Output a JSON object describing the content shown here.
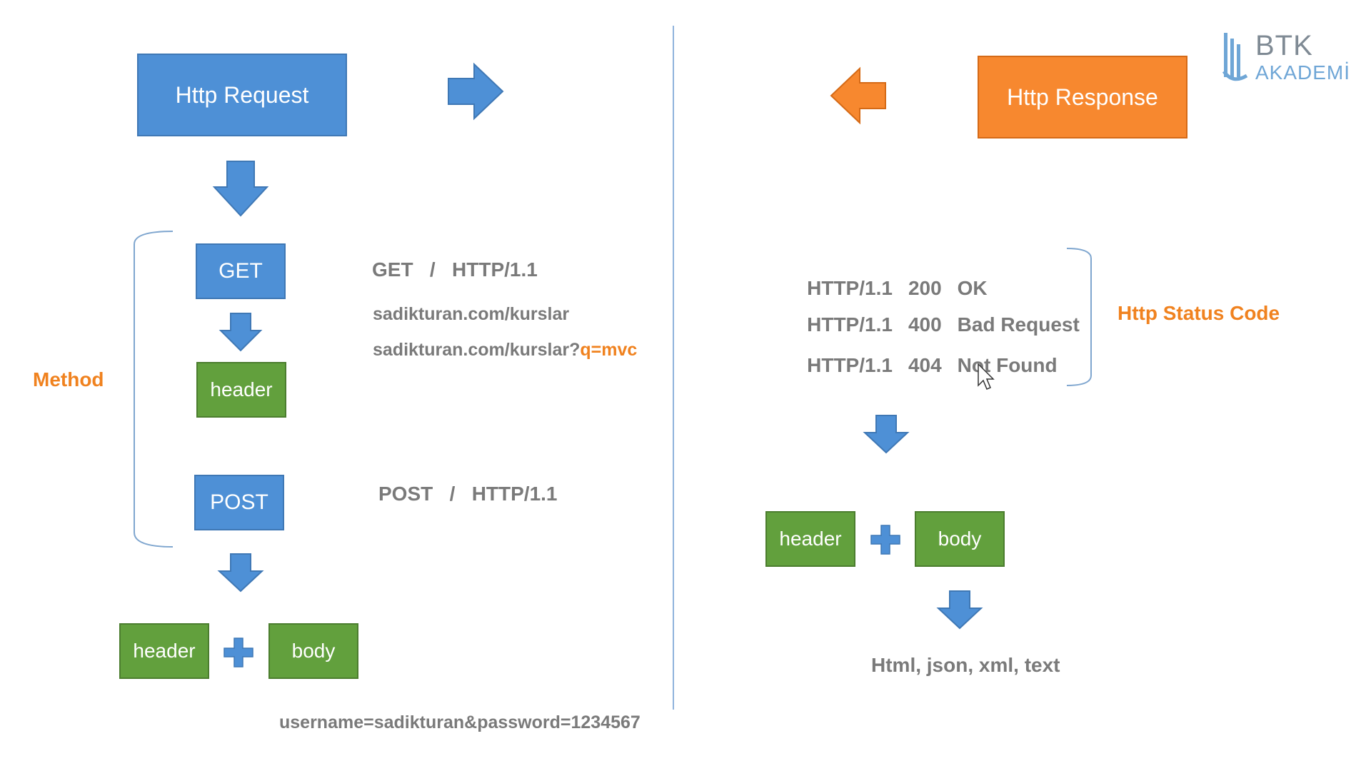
{
  "request": {
    "title": "Http Request",
    "get_label": "GET",
    "get_header_label": "header",
    "post_label": "POST",
    "post_header_label": "header",
    "post_body_label": "body",
    "method_label": "Method",
    "get_line": "GET   /   HTTP/1.1",
    "url_plain": "sadikturan.com/kurslar",
    "url_query_base": "sadikturan.com/kurslar?",
    "url_query_param": "q=mvc",
    "post_line": "POST   /   HTTP/1.1",
    "post_body_example": "username=sadikturan&password=1234567"
  },
  "response": {
    "title": "Http Response",
    "status_lines": [
      {
        "version": "HTTP/1.1",
        "code": "200",
        "text": "OK"
      },
      {
        "version": "HTTP/1.1",
        "code": "400",
        "text": "Bad Request"
      },
      {
        "version": "HTTP/1.1",
        "code": "404",
        "text": "Not Found"
      }
    ],
    "status_code_label": "Http Status Code",
    "header_label": "header",
    "body_label": "body",
    "formats": "Html, json, xml, text"
  },
  "logo": {
    "line1": "BTK",
    "line2": "AKADEMİ"
  },
  "colors": {
    "blue": "#4e90d6",
    "orange": "#f7882f",
    "green": "#62a03d",
    "gray_text": "#7a7a7a",
    "accent_text": "#f0821f"
  }
}
